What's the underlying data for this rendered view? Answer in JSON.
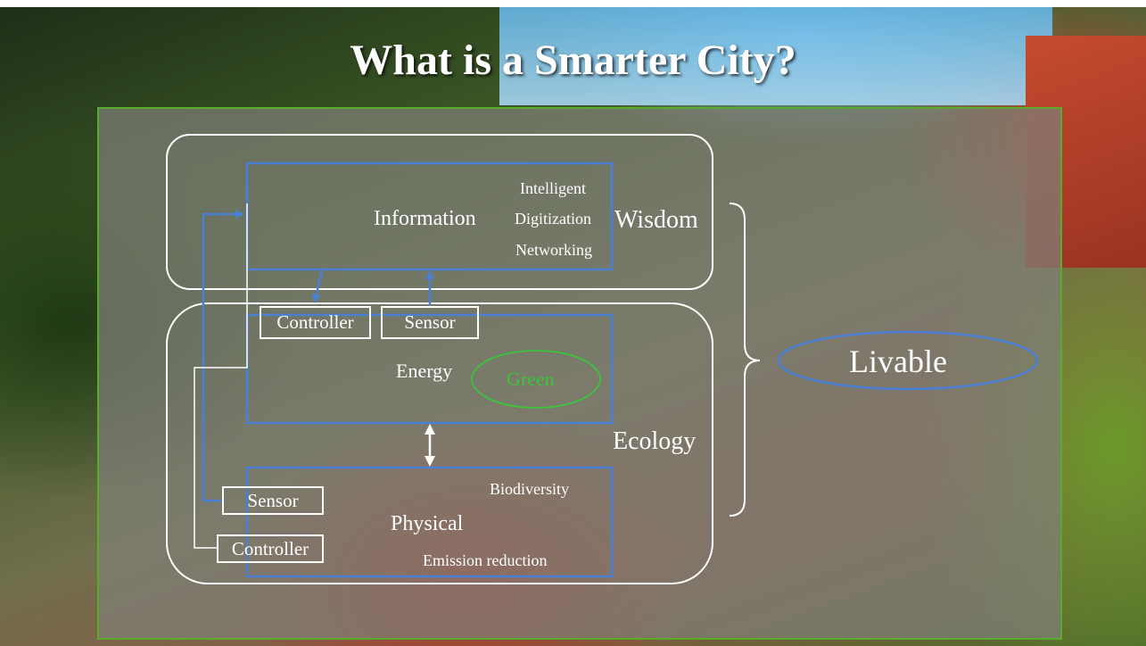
{
  "title": "What is a Smarter City?",
  "wisdom": {
    "label": "Wisdom",
    "information": "Information",
    "attributes": [
      "Intelligent",
      "Digitization",
      "Networking"
    ]
  },
  "ecology": {
    "label": "Ecology",
    "energy": "Energy",
    "green": "Green",
    "physical": "Physical",
    "biodiversity": "Biodiversity",
    "emission": "Emission reduction"
  },
  "boxes": {
    "controller_top": "Controller",
    "sensor_top": "Sensor",
    "sensor_bottom": "Sensor",
    "controller_bottom": "Controller"
  },
  "livable": "Livable",
  "colors": {
    "panel_border": "#5aaa2e",
    "blue_box": "#4a7fd4",
    "green_oval": "#3cc43c",
    "white": "#ffffff"
  }
}
